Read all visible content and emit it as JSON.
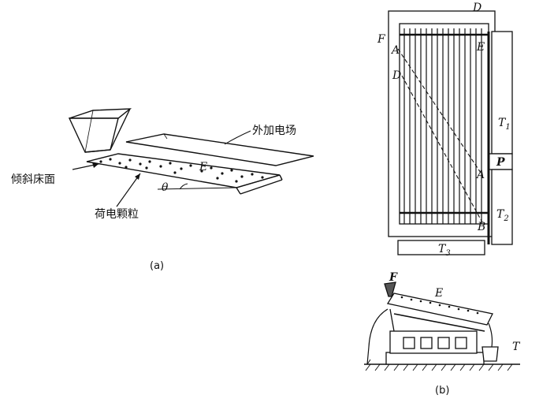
{
  "part_a": {
    "caption": "(a)",
    "labels": {
      "external_field": "外加电场",
      "inclined_bed": "倾斜床面",
      "charged_particles": "荷电颗粒",
      "field": "E",
      "angle": "θ"
    }
  },
  "part_b_top": {
    "labels": {
      "D": "D",
      "F": "F",
      "A": "A",
      "E": "E",
      "D2": "D",
      "T1": "T",
      "T1_sub": "1",
      "P": "P",
      "A2": "A",
      "T2": "T",
      "T2_sub": "2",
      "B": "B",
      "T3": "T",
      "T3_sub": "3"
    }
  },
  "part_b_side": {
    "caption": "(b)",
    "labels": {
      "F": "F",
      "E": "E",
      "T": "T"
    }
  }
}
